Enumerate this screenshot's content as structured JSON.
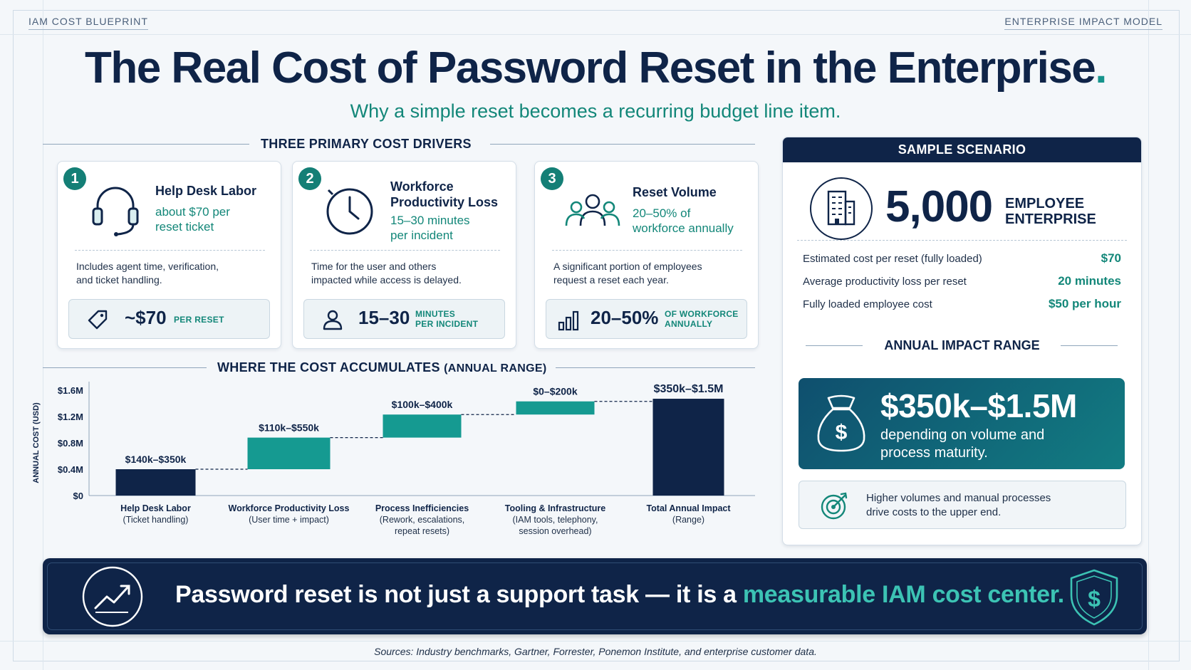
{
  "header": {
    "tag_left": "IAM COST BLUEPRINT",
    "tag_right": "ENTERPRISE IMPACT MODEL",
    "title": "The Real Cost of Password Reset in the Enterprise",
    "title_dot": ".",
    "subtitle": "Why a simple reset becomes a recurring budget line item."
  },
  "drivers": {
    "heading": "THREE PRIMARY COST DRIVERS",
    "cards": [
      {
        "number": "1",
        "icon": "headset-icon",
        "title": "Help Desk Labor",
        "subtitle_line1": "about $70 per",
        "subtitle_line2": "reset ticket",
        "desc_line1": "Includes agent time, verification,",
        "desc_line2": "and ticket handling.",
        "pill_icon": "price-tag-icon",
        "pill_value": "~$70",
        "pill_unit_line1": "PER RESET",
        "pill_unit_line2": ""
      },
      {
        "number": "2",
        "icon": "clock-icon",
        "title_line1": "Workforce",
        "title_line2": "Productivity Loss",
        "subtitle_line1": "15–30 minutes",
        "subtitle_line2": "per incident",
        "desc_line1": "Time for the user and others",
        "desc_line2": "impacted while access is delayed.",
        "pill_icon": "user-icon",
        "pill_value": "15–30",
        "pill_unit_line1": "MINUTES",
        "pill_unit_line2": "PER INCIDENT"
      },
      {
        "number": "3",
        "icon": "people-group-icon",
        "title": "Reset Volume",
        "subtitle_line1": "20–50% of",
        "subtitle_line2": "workforce annually",
        "desc_line1": "A significant portion of employees",
        "desc_line2": "request a reset each year.",
        "pill_icon": "bar-chart-icon",
        "pill_value": "20–50%",
        "pill_unit_line1": "OF WORKFORCE",
        "pill_unit_line2": "ANNUALLY"
      }
    ]
  },
  "chart_section": {
    "heading": "WHERE THE COST ACCUMULATES",
    "heading_suffix": "(ANNUAL RANGE)"
  },
  "chart_data": {
    "type": "bar",
    "subtype": "waterfall",
    "ylabel": "ANNUAL COST (USD)",
    "ylim": [
      0,
      1.6
    ],
    "yticks": [
      "$0",
      "$0.4M",
      "$0.8M",
      "$1.2M",
      "$1.6M"
    ],
    "ytick_values": [
      0,
      0.4,
      0.8,
      1.2,
      1.6
    ],
    "categories": [
      {
        "name": "Help Desk Labor",
        "detail": [
          "(Ticket handling)"
        ]
      },
      {
        "name": "Workforce Productivity Loss",
        "detail": [
          "(User time + impact)"
        ]
      },
      {
        "name": "Process Inefficiencies",
        "detail": [
          "(Rework, escalations,",
          "repeat resets)"
        ]
      },
      {
        "name": "Tooling & Infrastructure",
        "detail": [
          "(IAM tools, telephony,",
          "session overhead)"
        ]
      },
      {
        "name": "Total Annual Impact",
        "detail": [
          "(Range)"
        ]
      }
    ],
    "bars": [
      {
        "base": 0,
        "top": 0.4,
        "label": "$140k–$350k",
        "color": "#0f2448"
      },
      {
        "base": 0.4,
        "top": 0.88,
        "label": "$110k–$550k",
        "color": "#159a91"
      },
      {
        "base": 0.88,
        "top": 1.23,
        "label": "$100k–$400k",
        "color": "#159a91"
      },
      {
        "base": 1.23,
        "top": 1.43,
        "label": "$0–$200k",
        "color": "#159a91"
      },
      {
        "base": 0,
        "top": 1.47,
        "label": "$350k–$1.5M",
        "color": "#0f2448"
      }
    ],
    "grid": false
  },
  "scenario": {
    "header": "SAMPLE SCENARIO",
    "icon": "building-icon",
    "employees": "5,000",
    "employees_label_line1": "EMPLOYEE",
    "employees_label_line2": "ENTERPRISE",
    "rows": [
      {
        "label": "Estimated cost per reset (fully loaded)",
        "value": "$70"
      },
      {
        "label": "Average productivity loss per reset",
        "value": "20 minutes"
      },
      {
        "label": "Fully loaded employee cost",
        "value": "$50 per hour"
      }
    ],
    "impact_heading": "ANNUAL IMPACT RANGE",
    "impact_icon": "money-bag-icon",
    "impact_amount": "$350k–$1.5M",
    "impact_text_line1": "depending on volume and",
    "impact_text_line2": "process maturity.",
    "note_icon": "target-icon",
    "note_line1": "Higher volumes and manual processes",
    "note_line2": "drive costs to the upper end."
  },
  "banner": {
    "icon_left": "trend-up-icon",
    "text_main": "Password reset is not just a support task — it is a ",
    "text_highlight": "measurable IAM cost center.",
    "icon_right": "shield-dollar-icon"
  },
  "sources": "Sources: Industry benchmarks, Gartner, Forrester, Ponemon Institute, and enterprise customer data.",
  "colors": {
    "navy": "#0f2448",
    "teal": "#138779",
    "teal_bar": "#159a91",
    "highlight": "#3cc3b4"
  }
}
